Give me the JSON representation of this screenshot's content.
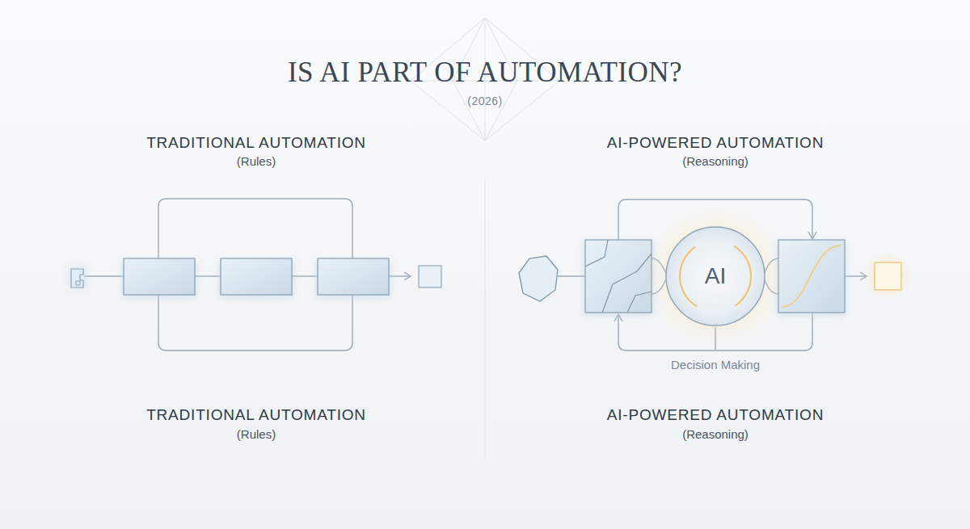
{
  "diagram": {
    "title": "IS AI PART OF AUTOMATION?",
    "nodes": [
      {
        "text": [
          "AI"
        ]
      }
    ],
    "labels": [
      "(2026)",
      "TRADITIONAL AUTOMATION",
      "(Rules)",
      "AI-POWERED AUTOMATION",
      "(Reasoning)",
      "Decision Making",
      "TRADITIONAL AUTOMATION",
      "(Rules)",
      "AI-POWERED AUTOMATION",
      "(Reasoning)"
    ]
  }
}
